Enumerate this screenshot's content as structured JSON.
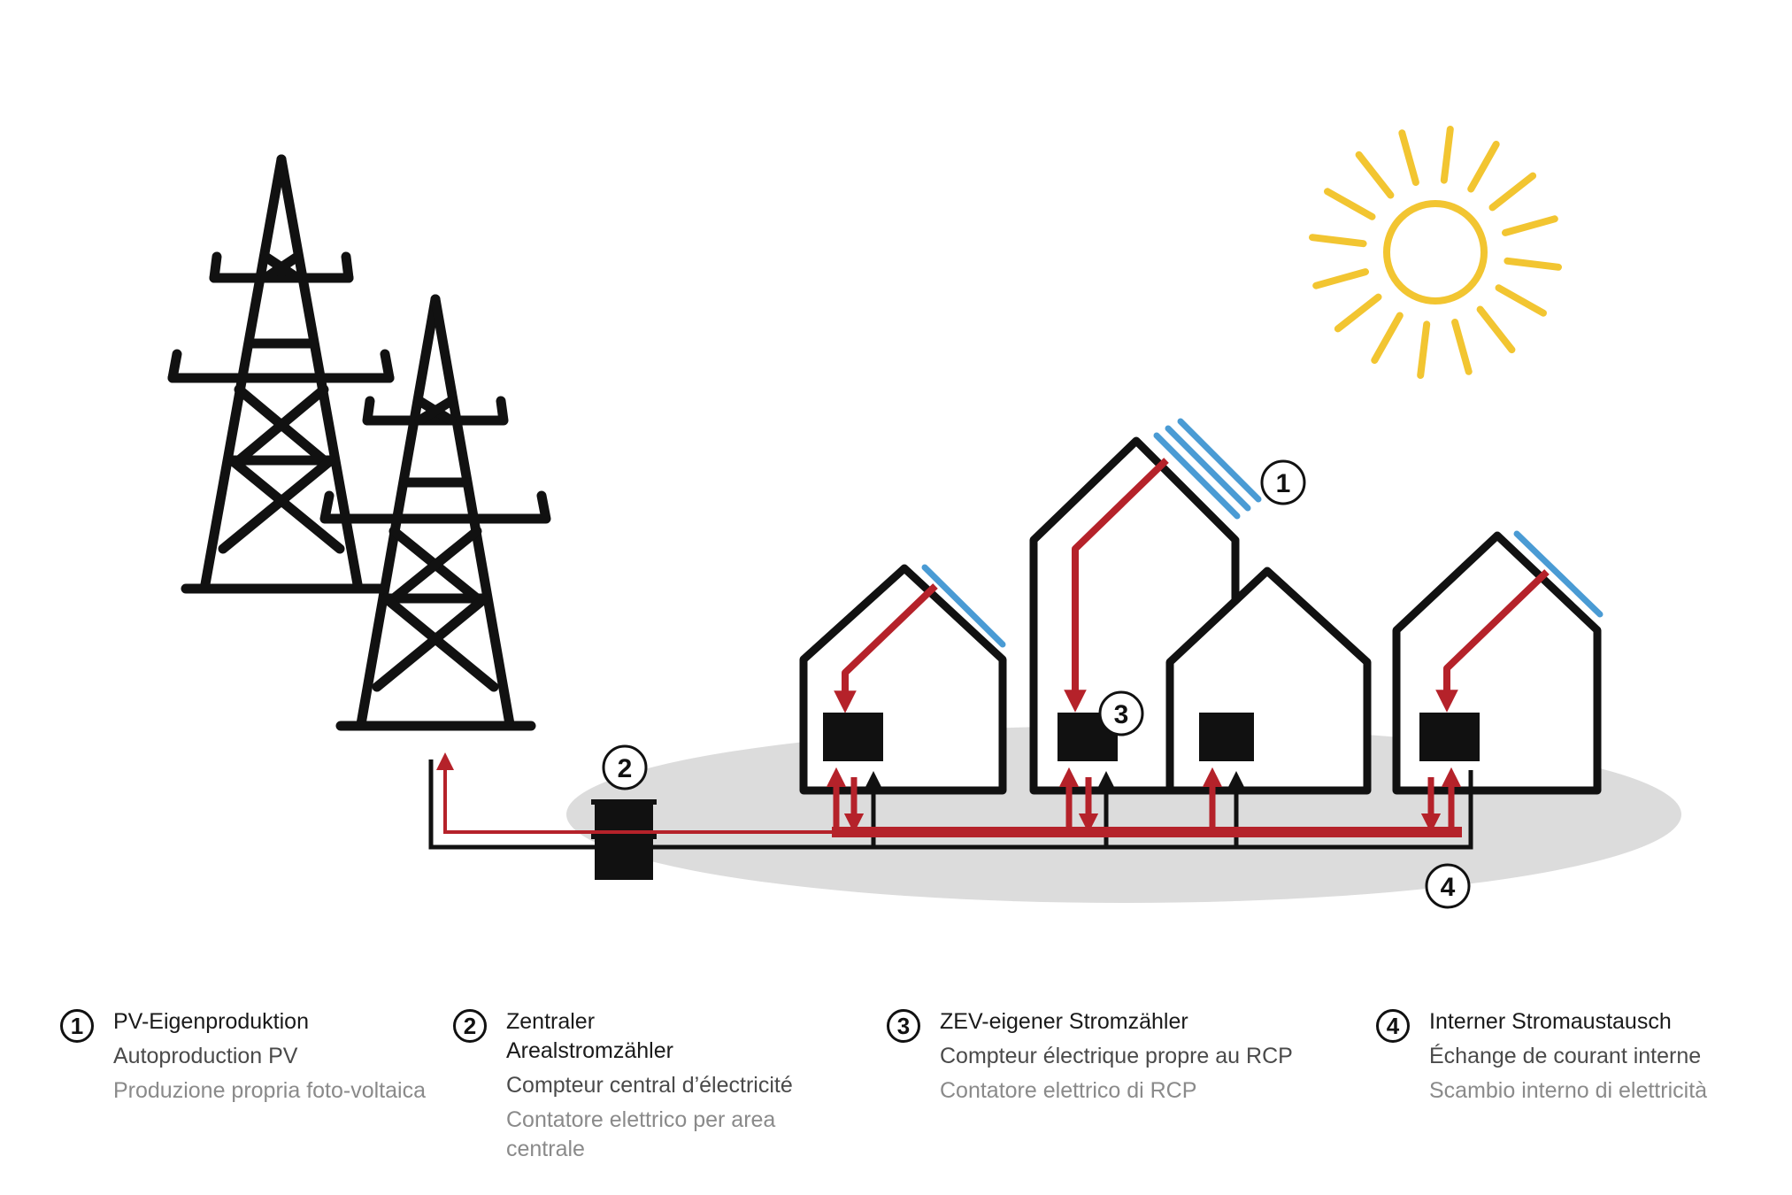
{
  "colors": {
    "line": "#111111",
    "flow": "#b5222a",
    "panel": "#4a9bd4",
    "sun": "#f2c531",
    "ground": "#dcdcdc"
  },
  "markers": {
    "m1": "1",
    "m2": "2",
    "m3": "3",
    "m4": "4"
  },
  "legend": [
    {
      "number": "1",
      "de": "PV-Eigenproduktion",
      "fr": "Autoproduction PV",
      "it": "Produzione propria foto-voltaica",
      "icon": "pv-production-marker"
    },
    {
      "number": "2",
      "de": "Zentraler Arealstromzähler",
      "fr": "Compteur central d’électricité",
      "it": "Contatore elettrico per area centrale",
      "icon": "central-meter-marker"
    },
    {
      "number": "3",
      "de": "ZEV-eigener Stromzähler",
      "fr": "Compteur électrique propre au RCP",
      "it": "Contatore elettrico di RCP",
      "icon": "zev-meter-marker"
    },
    {
      "number": "4",
      "de": "Interner Stromaustausch",
      "fr": "Échange de courant interne",
      "it": "Scambio interno di elettricità",
      "icon": "internal-exchange-marker"
    }
  ]
}
